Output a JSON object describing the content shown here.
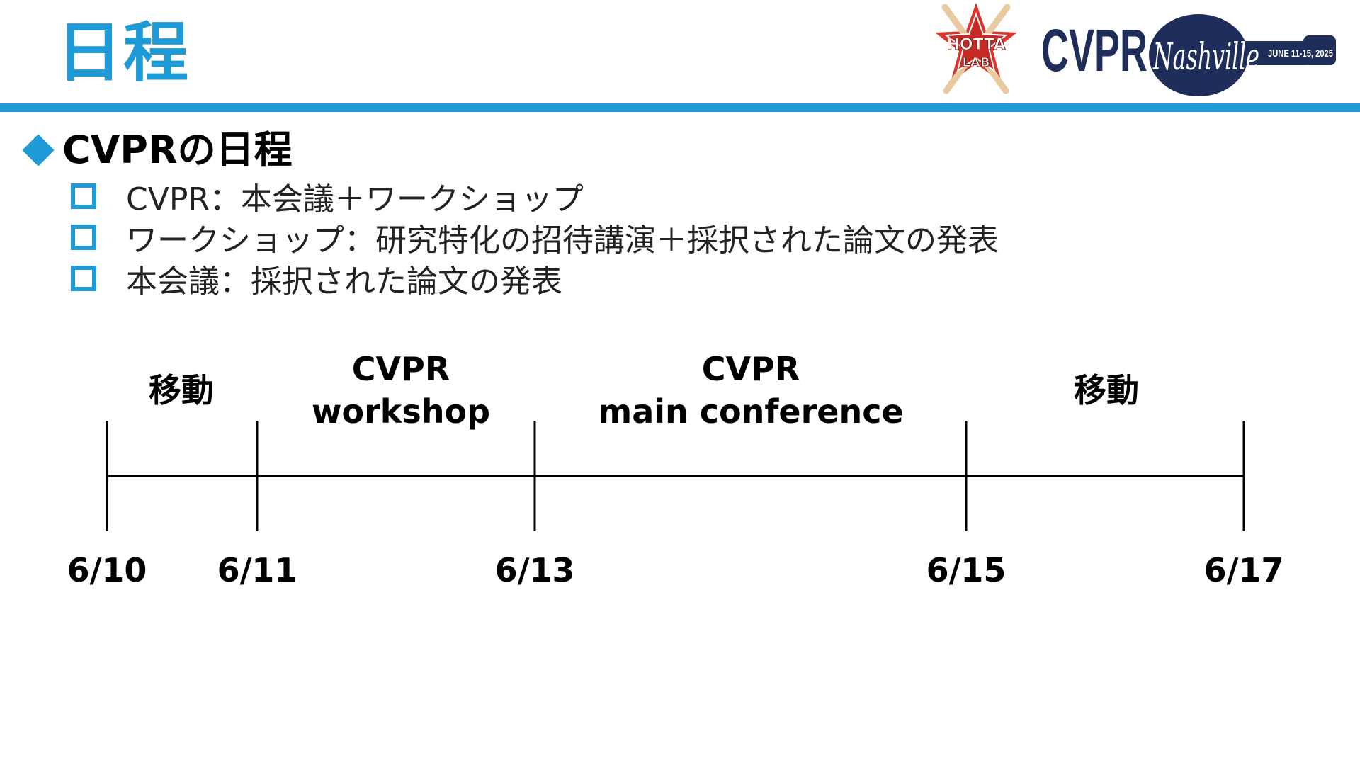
{
  "slide": {
    "title": "日程",
    "section_heading": "CVPRの日程",
    "bullets": [
      "CVPR：本会議＋ワークショップ",
      "ワークショップ：研究特化の招待講演＋採択された論文の発表",
      "本会議：採択された論文の発表"
    ]
  },
  "logos": {
    "hotta": {
      "line1": "HOTTA",
      "line2": "LAB"
    },
    "cvpr": {
      "name": "CVPR",
      "script": "Nashville",
      "dates": "JUNE 11-15, 2025"
    }
  },
  "timeline": {
    "segments": [
      {
        "line1": "移動",
        "line2": ""
      },
      {
        "line1": "CVPR",
        "line2": "workshop"
      },
      {
        "line1": "CVPR",
        "line2": "main conference"
      },
      {
        "line1": "移動",
        "line2": ""
      }
    ],
    "dates": [
      "6/10",
      "6/11",
      "6/13",
      "6/15",
      "6/17"
    ]
  },
  "colors": {
    "accent": "#1e9bd7",
    "logo_navy": "#1f2d5a",
    "logo_red": "#d9342b"
  }
}
